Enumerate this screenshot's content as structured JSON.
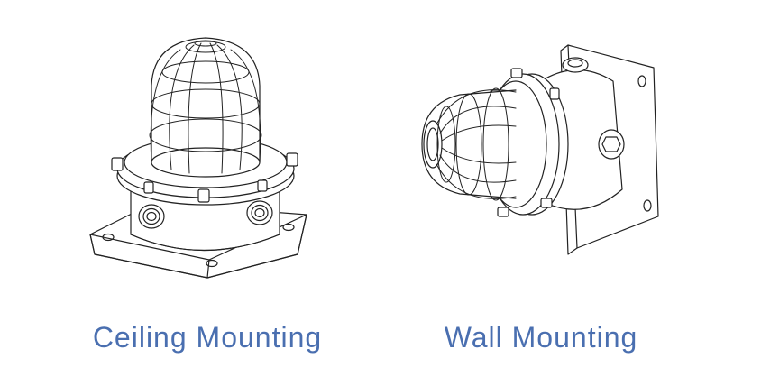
{
  "colors": {
    "caption": "#4a6fb0",
    "line": "#222222",
    "background": "#ffffff"
  },
  "mountings": [
    {
      "caption": "Ceiling Mounting",
      "illustration": "ceiling-mounted-explosion-proof-light"
    },
    {
      "caption": "Wall Mounting",
      "illustration": "wall-mounted-explosion-proof-light"
    }
  ]
}
